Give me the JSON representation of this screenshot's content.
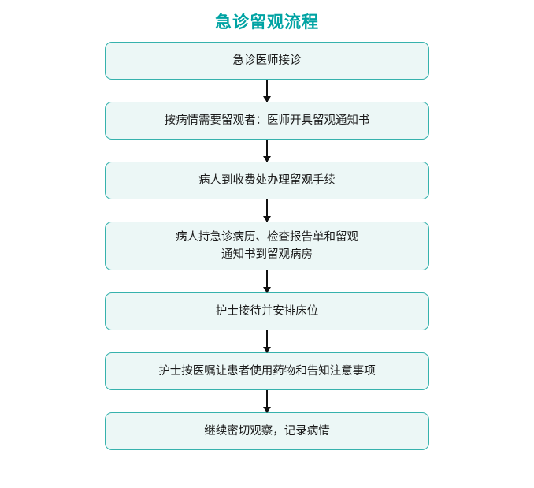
{
  "diagram": {
    "title": "急诊留观流程",
    "title_color": "#00a3a3",
    "node_fill": "#ecf7f6",
    "node_border": "#36b2ad",
    "nodes": [
      {
        "text": "急诊医师接诊",
        "lines": 1
      },
      {
        "text": "按病情需要留观者：医师开具留观通知书",
        "lines": 1
      },
      {
        "text": "病人到收费处办理留观手续",
        "lines": 1
      },
      {
        "text": "病人持急诊病历、检查报告单和留观\n通知书到留观病房",
        "lines": 2
      },
      {
        "text": "护士接待并安排床位",
        "lines": 1
      },
      {
        "text": "护士按医嘱让患者使用药物和告知注意事项",
        "lines": 1
      },
      {
        "text": "继续密切观察，记录病情",
        "lines": 1
      }
    ]
  }
}
